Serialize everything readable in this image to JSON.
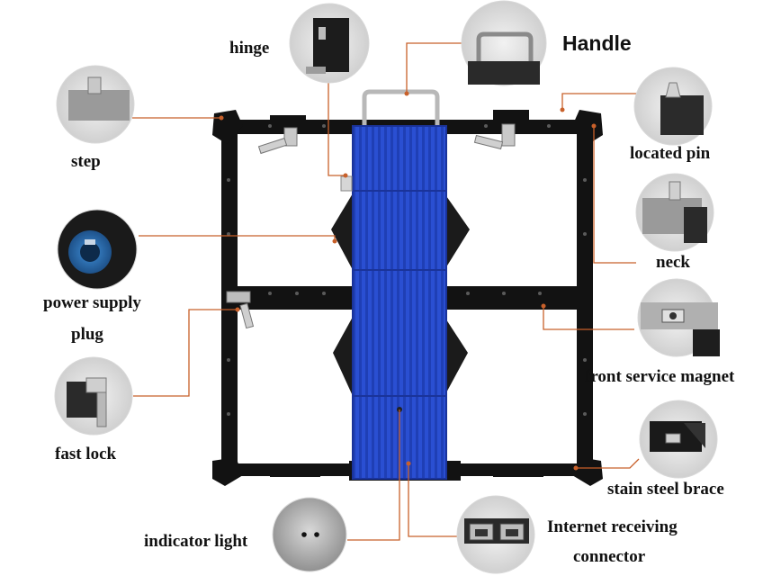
{
  "labels": {
    "hinge": "hinge",
    "handle": "Handle",
    "step": "step",
    "located_pin": "located pin",
    "neck": "neck",
    "power_supply_plug_1": "power supply",
    "power_supply_plug_2": "plug",
    "front_service_magnet": "front service magnet",
    "fast_lock": "fast lock",
    "stain_steel_brace": "stain steel brace",
    "indicator_light": "indicator light",
    "internet_connector_1": "Internet receiving",
    "internet_connector_2": "connector"
  },
  "colors": {
    "leader_line": "#c8602a",
    "frame": "#121212",
    "module_blue": "#2448c8",
    "callout_border": "#d8d8d8"
  }
}
